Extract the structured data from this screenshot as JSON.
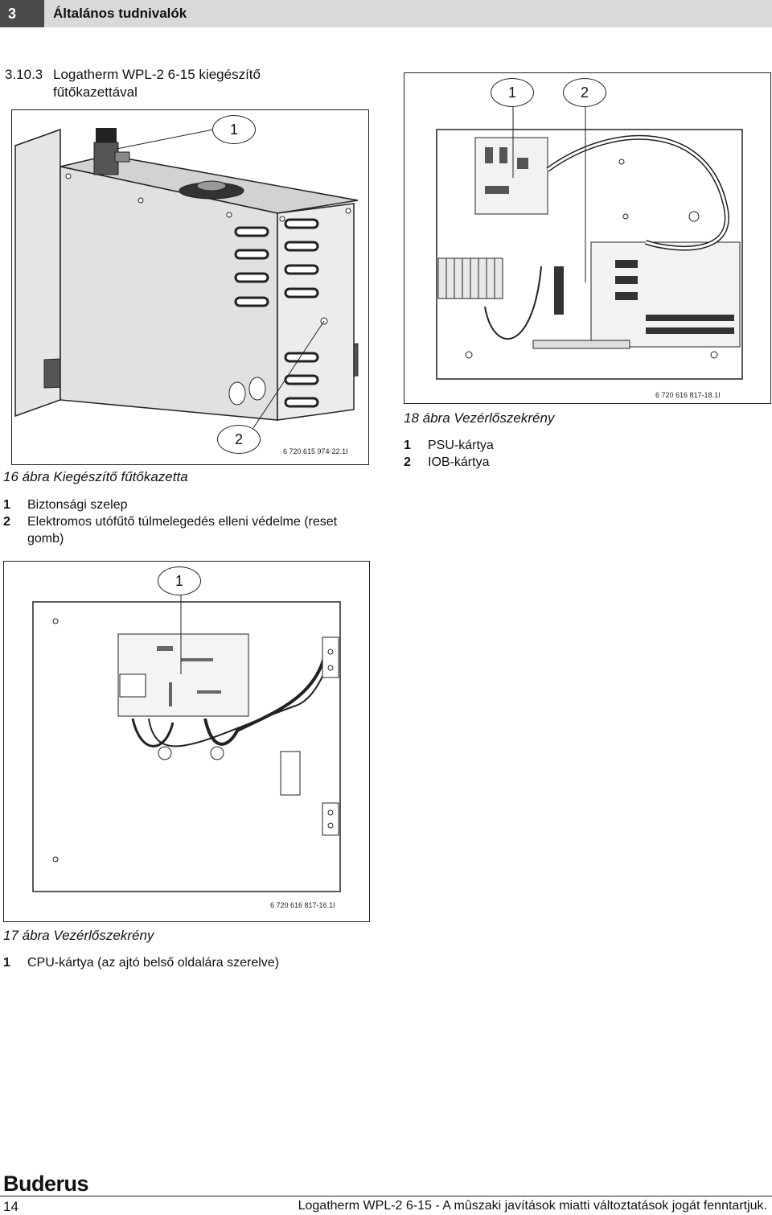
{
  "header": {
    "chapter_number": "3",
    "chapter_title": "Általános tudnivalók"
  },
  "section": {
    "number": "3.10.3",
    "title_line1": "Logatherm WPL-2 6-15 kiegészítő",
    "title_line2": "fűtőkazettával"
  },
  "figure16": {
    "callout1": "1",
    "callout2": "2",
    "code": "6 720 615 974-22.1I",
    "caption": "16 ábra Kiegészítő fűtőkazetta",
    "legend": [
      {
        "key": "1",
        "text": "Biztonsági szelep"
      },
      {
        "key": "2",
        "text": "Elektromos utófűtő túlmelegedés elleni védelme (reset"
      },
      {
        "key": "",
        "text": "gomb)"
      }
    ]
  },
  "figure18": {
    "callout1": "1",
    "callout2": "2",
    "code": "6 720 616 817-18.1I",
    "caption": "18 ábra Vezérlőszekrény",
    "legend": [
      {
        "key": "1",
        "text": "PSU-kártya"
      },
      {
        "key": "2",
        "text": "IOB-kártya"
      }
    ]
  },
  "figure17": {
    "callout1": "1",
    "code": "6 720 616 817-16.1I",
    "caption": "17 ábra Vezérlőszekrény",
    "legend": [
      {
        "key": "1",
        "text": "CPU-kártya (az ajtó belső oldalára szerelve)"
      }
    ]
  },
  "footer": {
    "logo": "Buderus",
    "page": "14",
    "text": "Logatherm WPL-2 6-15 - A mûszaki javítások miatti változtatások jogát fenntartjuk."
  }
}
